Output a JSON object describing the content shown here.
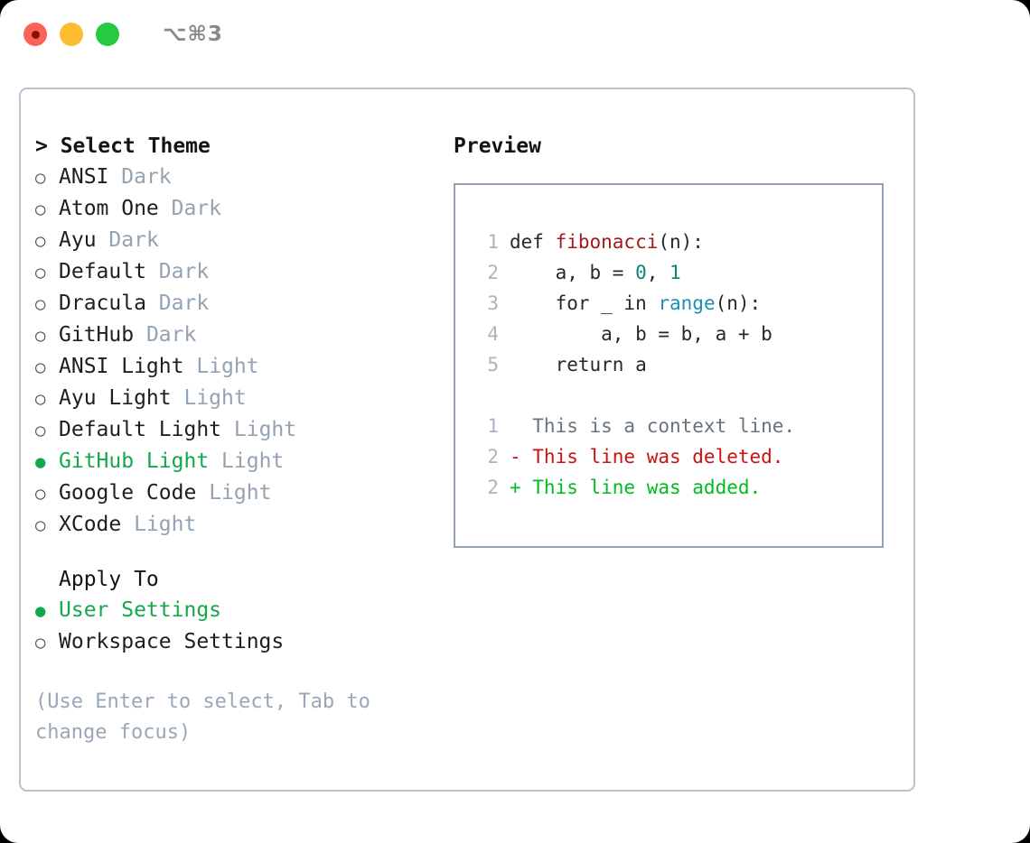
{
  "titlebar": {
    "shortcut": "⌥⌘3",
    "lights": [
      "close",
      "minimize",
      "maximize"
    ]
  },
  "theme_picker": {
    "header": "> Select Theme",
    "items": [
      {
        "marker": "○",
        "name": "ANSI",
        "tag": "Dark",
        "selected": false
      },
      {
        "marker": "○",
        "name": "Atom One",
        "tag": "Dark",
        "selected": false
      },
      {
        "marker": "○",
        "name": "Ayu",
        "tag": "Dark",
        "selected": false
      },
      {
        "marker": "○",
        "name": "Default",
        "tag": "Dark",
        "selected": false
      },
      {
        "marker": "○",
        "name": "Dracula",
        "tag": "Dark",
        "selected": false
      },
      {
        "marker": "○",
        "name": "GitHub",
        "tag": "Dark",
        "selected": false
      },
      {
        "marker": "○",
        "name": "ANSI Light",
        "tag": "Light",
        "selected": false
      },
      {
        "marker": "○",
        "name": "Ayu Light",
        "tag": "Light",
        "selected": false
      },
      {
        "marker": "○",
        "name": "Default Light",
        "tag": "Light",
        "selected": false
      },
      {
        "marker": "●",
        "name": "GitHub Light",
        "tag": "Light",
        "selected": true
      },
      {
        "marker": "○",
        "name": "Google Code",
        "tag": "Light",
        "selected": false
      },
      {
        "marker": "○",
        "name": "XCode",
        "tag": "Light",
        "selected": false
      }
    ]
  },
  "apply_to": {
    "header": "Apply To",
    "items": [
      {
        "marker": "●",
        "name": "User Settings",
        "selected": true
      },
      {
        "marker": "○",
        "name": "Workspace Settings",
        "selected": false
      }
    ]
  },
  "hint": "(Use Enter to select, Tab to change focus)",
  "preview": {
    "title": "Preview",
    "code_lines": [
      {
        "num": "1",
        "segments": [
          {
            "text": "def ",
            "style": "plain"
          },
          {
            "text": "fibonacci",
            "style": "fn"
          },
          {
            "text": "(n):",
            "style": "plain"
          }
        ]
      },
      {
        "num": "2",
        "segments": [
          {
            "text": "    a, b = ",
            "style": "plain"
          },
          {
            "text": "0",
            "style": "num"
          },
          {
            "text": ", ",
            "style": "plain"
          },
          {
            "text": "1",
            "style": "num"
          }
        ]
      },
      {
        "num": "3",
        "segments": [
          {
            "text": "    for _ in ",
            "style": "plain"
          },
          {
            "text": "range",
            "style": "call"
          },
          {
            "text": "(n):",
            "style": "plain"
          }
        ]
      },
      {
        "num": "4",
        "segments": [
          {
            "text": "        a, b = b, a + b",
            "style": "plain"
          }
        ]
      },
      {
        "num": "5",
        "segments": [
          {
            "text": "    return a",
            "style": "plain"
          }
        ]
      }
    ],
    "diff_lines": [
      {
        "num": "1",
        "text": "  This is a context line.",
        "style": "ctx"
      },
      {
        "num": "2",
        "text": "- This line was deleted.",
        "style": "del"
      },
      {
        "num": "2",
        "text": "+ This line was added.",
        "style": "add"
      }
    ]
  },
  "colors": {
    "accent_green": "#13a84a",
    "diff_add": "#00bb22",
    "diff_delete": "#cc1111",
    "tag_muted": "#93a3b3",
    "panel_border": "#b9c3cf",
    "code_border": "#93a3b3",
    "syntax_function": "#a01b1b",
    "syntax_number": "#0c8577",
    "syntax_call": "#1f8fb5"
  }
}
